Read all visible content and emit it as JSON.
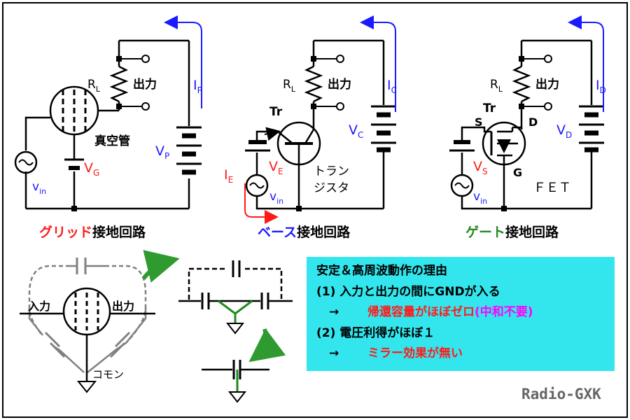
{
  "colors": {
    "red": "#ff1a1a",
    "blue": "#1a1aff",
    "green": "#1f8a1f",
    "magenta": "#ff00ff",
    "cyan_box": "#33e6ee",
    "black": "#000000",
    "gray": "#808080",
    "green_arrow": "#2f9a2f"
  },
  "tube": {
    "rl": "R",
    "rl_sub": "L",
    "output": "出力",
    "label": "真空管",
    "vg": "V",
    "vg_sub": "G",
    "vp": "V",
    "vp_sub": "P",
    "ip": "I",
    "ip_sub": "P",
    "vin": "v",
    "vin_sub": "in",
    "caption_colored": "グリッド",
    "caption_rest": "接地回路"
  },
  "transistor": {
    "rl": "R",
    "rl_sub": "L",
    "output": "出力",
    "tr": "Tr",
    "label_line1": "トラン",
    "label_line2": "ジスタ",
    "ve": "V",
    "ve_sub": "E",
    "ie": "I",
    "ie_sub": "E",
    "vc": "V",
    "vc_sub": "C",
    "ic": "I",
    "ic_sub": "C",
    "vin": "v",
    "vin_sub": "in",
    "caption_colored": "ベース",
    "caption_rest": "接地回路"
  },
  "fet": {
    "rl": "R",
    "rl_sub": "L",
    "output": "出力",
    "tr": "Tr",
    "s": "S",
    "d": "D",
    "g": "G",
    "label": "ＦＥＴ",
    "vs": "V",
    "vs_sub": "S",
    "vd": "V",
    "vd_sub": "D",
    "id": "I",
    "id_sub": "D",
    "vin": "v",
    "vin_sub": "in",
    "caption_colored": "ゲート",
    "caption_rest": "接地回路"
  },
  "bottom": {
    "input": "入力",
    "output": "出力",
    "common": "コモン"
  },
  "info": {
    "title": "安定＆高周波動作の理由",
    "line1": "(1) 入力と出力の間にGNDが入る",
    "arrow1": "→",
    "line1b_red": "帰還容量がほぼゼロ",
    "line1b_magenta": "(中和不要)",
    "line2": "(2) 電圧利得がほぼ１",
    "arrow2": "→",
    "line2b_red": "ミラー効果が無い"
  },
  "credit": "Radio-GXK"
}
